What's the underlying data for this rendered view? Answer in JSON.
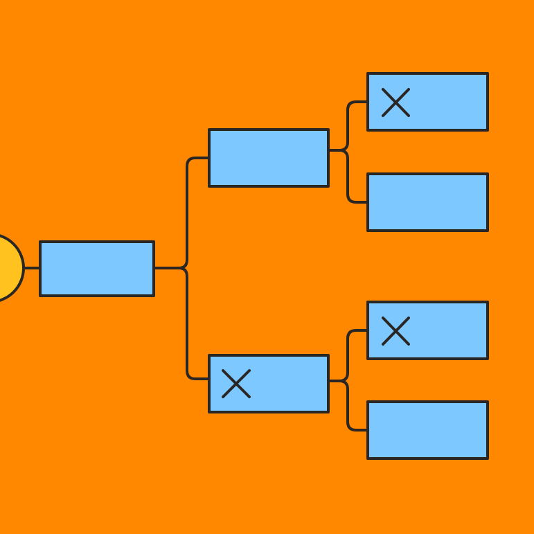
{
  "colors": {
    "background": "#FF8800",
    "box_fill": "#7CC8FF",
    "root_circle_fill": "#FFC21F",
    "stroke": "#2A2623"
  },
  "diagram": {
    "type": "bracket-tree",
    "root": {
      "shape": "circle"
    },
    "nodes": [
      {
        "id": "round1",
        "level": 1,
        "eliminated": false
      },
      {
        "id": "round2-top",
        "level": 2,
        "eliminated": false
      },
      {
        "id": "round2-bottom",
        "level": 2,
        "eliminated": true
      },
      {
        "id": "round3-a",
        "level": 3,
        "eliminated": true
      },
      {
        "id": "round3-b",
        "level": 3,
        "eliminated": false
      },
      {
        "id": "round3-c",
        "level": 3,
        "eliminated": true
      },
      {
        "id": "round3-d",
        "level": 3,
        "eliminated": false
      }
    ],
    "icons": {
      "eliminated": "x-mark-icon"
    }
  }
}
